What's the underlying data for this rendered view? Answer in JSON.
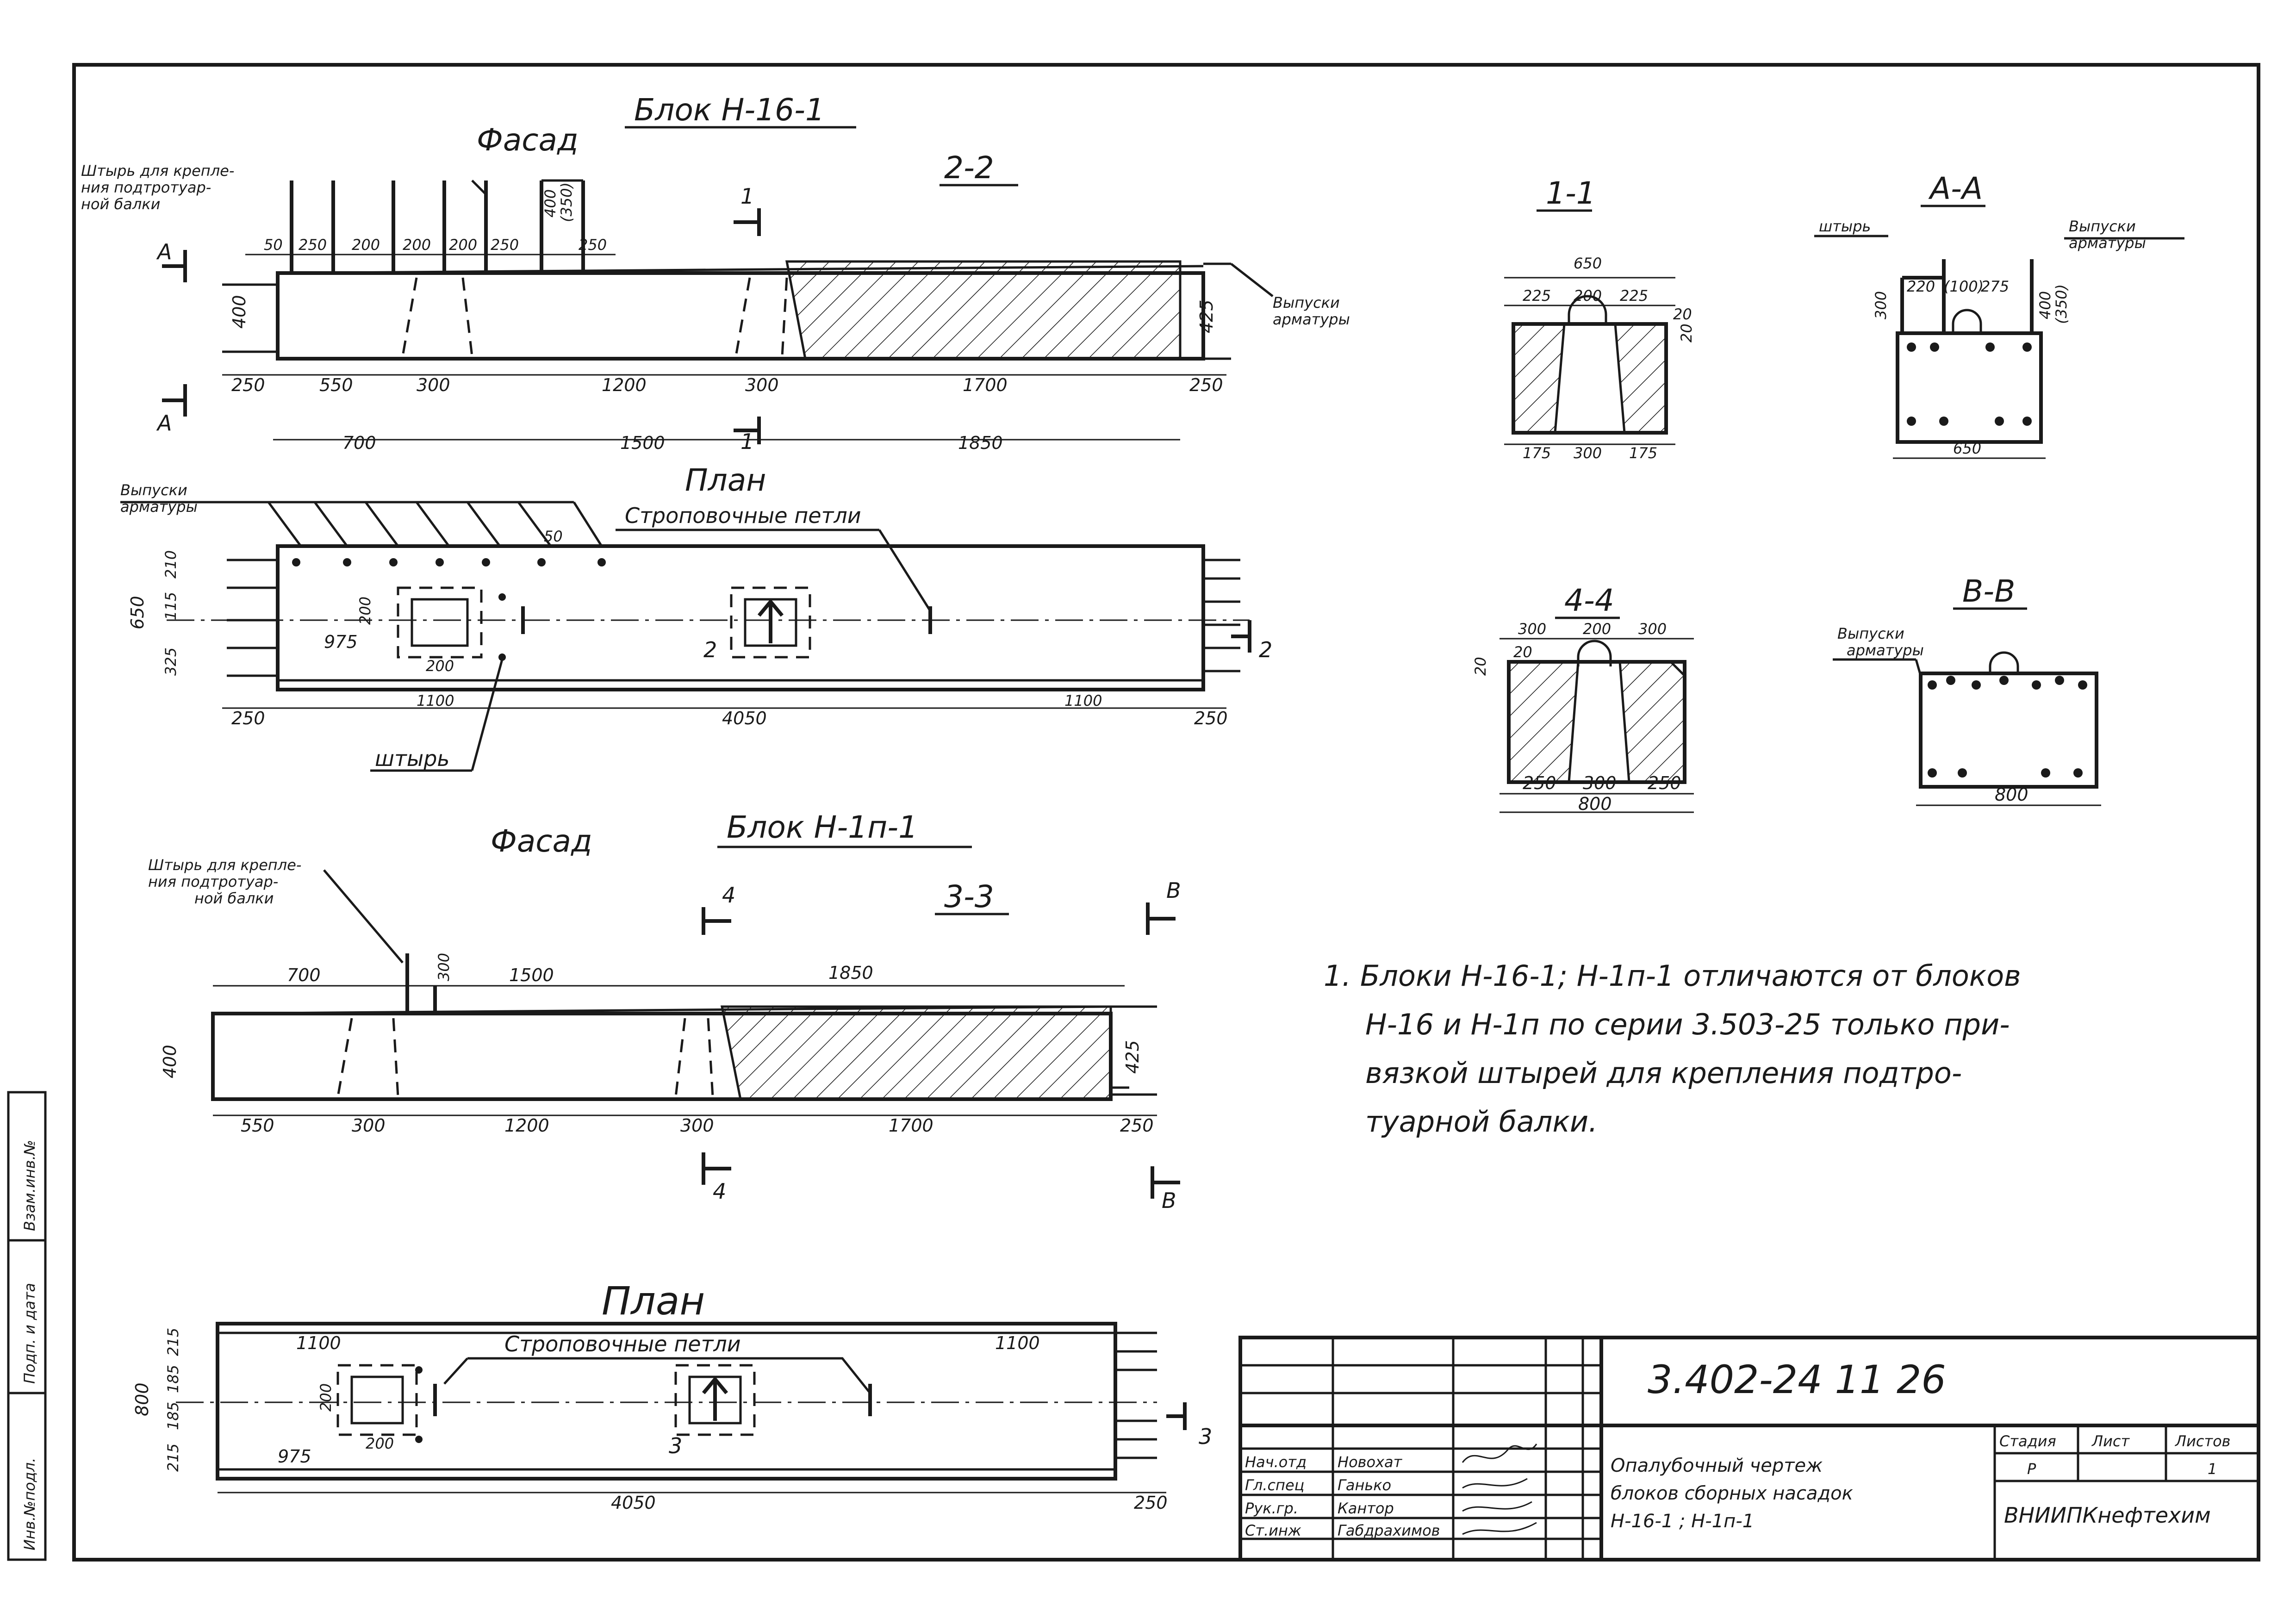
{
  "block1": {
    "title": "Блок Н-16-1",
    "facade_label": "Фасад",
    "section_22": "2-2",
    "section_mark_1": "1",
    "section_mark_A": "А",
    "pin_note": "Штырь для крепле- ния подтротуар- ной балки",
    "rebar_note": "Выпуски арматуры",
    "facade_top_dims": [
      "50",
      "250",
      "200",
      "200",
      "200",
      "250",
      "250"
    ],
    "facade_pin_heights": [
      "400",
      "(350)"
    ],
    "facade_heights": [
      "400",
      "425"
    ],
    "facade_bottom_dims": [
      "250",
      "550",
      "300",
      "1200",
      "300",
      "1700",
      "250"
    ],
    "facade_overall_dims": [
      "700",
      "1500",
      "1850"
    ],
    "plan_label": "План",
    "plan_rebar_note": "Выпуски арматуры",
    "plan_loops_note": "Строповочные петли",
    "plan_left_dims": [
      "650",
      "325",
      "115",
      "210"
    ],
    "plan_inner_dims": [
      "200",
      "975",
      "200",
      "50"
    ],
    "plan_bottom_dims": [
      "250",
      "1100",
      "4050",
      "1100",
      "250"
    ],
    "plan_section_mark": "2",
    "plan_pin_label": "штырь"
  },
  "sections": {
    "s11": {
      "title": "1-1",
      "top_overall": "650",
      "top_dims": [
        "225",
        "200",
        "225"
      ],
      "right_dims": [
        "20",
        "20"
      ],
      "bottom_dims": [
        "175",
        "300",
        "175"
      ]
    },
    "sAA": {
      "title": "А-А",
      "pin_label": "штырь",
      "rebar_label": "Выпуски арматуры",
      "left_height": "300",
      "top_dims": [
        "220",
        "(100)",
        "275"
      ],
      "right_heights": [
        "400",
        "(350)"
      ],
      "bottom_dim": "650"
    },
    "s44": {
      "title": "4-4",
      "top_dims": [
        "300",
        "200",
        "300"
      ],
      "left_dims": [
        "20",
        "20"
      ],
      "bottom_dims": [
        "250",
        "300",
        "250"
      ],
      "bottom_overall": "800"
    },
    "sBB": {
      "title": "В-В",
      "rebar_label": "Выпуски арматуры",
      "bottom_dim": "800"
    }
  },
  "block2": {
    "title": "Блок Н-1п-1",
    "facade_label": "Фасад",
    "section_33": "3-3",
    "mark_4": "4",
    "mark_B": "В",
    "pin_note": "Штырь для крепле- ния подтротуар- ной балки",
    "top_dims": [
      "700",
      "1500",
      "1850"
    ],
    "pin_height": "300",
    "heights": [
      "400",
      "425"
    ],
    "bottom_dims": [
      "550",
      "300",
      "1200",
      "300",
      "1700",
      "250"
    ],
    "plan_label": "План",
    "plan_loops_note": "Строповочные петли",
    "plan_left_dims": [
      "800",
      "215",
      "185",
      "185",
      "215"
    ],
    "plan_inner_dims": [
      "1100",
      "1100",
      "200",
      "975",
      "200"
    ],
    "plan_bottom_dims": [
      "4050",
      "250"
    ],
    "plan_section_mark": "3"
  },
  "note": {
    "lines": [
      "1. Блоки Н-16-1; Н-1п-1 отличаются от блоков",
      "Н-16 и Н-1п по серии 3.503-25 только при-",
      "вязкой штырей для крепления подтро-",
      "туарной балки."
    ]
  },
  "stamp": {
    "code": "3.402-24   11   26",
    "roles": [
      "Нач.отд",
      "Гл.спец",
      "Рук.гр.",
      "Ст.инж"
    ],
    "names": [
      "Новохат",
      "Ганько",
      "Кантор",
      "Габдрахимов"
    ],
    "title_lines": [
      "Опалубочный чертеж",
      "блоков сборных насадок",
      "Н-16-1 ;  Н-1п-1"
    ],
    "col_headers": [
      "Стадия",
      "Лист",
      "Листов"
    ],
    "col_values": [
      "Р",
      "",
      "1"
    ],
    "org": "ВНИИПКнефтехим"
  },
  "side_strip": {
    "labels": [
      "Взам.инв.№",
      "Подп. и дата",
      "Инв.№подл."
    ]
  }
}
